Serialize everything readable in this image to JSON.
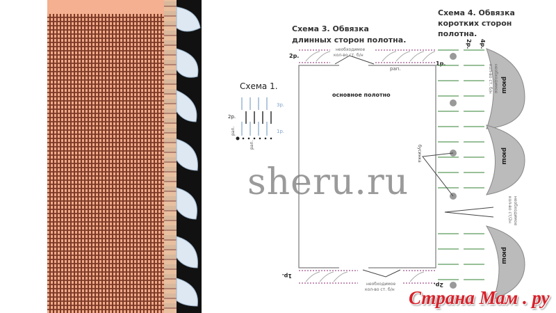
{
  "scheme1": {
    "title": "Схема 1.",
    "row1": "1р.",
    "row2": "2р.",
    "row3": "3р.",
    "rep_v": "рап.",
    "rep_h": "рап."
  },
  "scheme3": {
    "title_line1": "Схема 3. Обвязка",
    "title_line2": "длинных сторон полотна.",
    "note_line1": "необходимое",
    "note_line2": "кол-во ст. б/н",
    "row1": "1р.",
    "row2": "2р.",
    "rep": "рап.",
    "center": "основное полотно",
    "bottom_note_line1": "необходимое",
    "bottom_note_line2": "кол-во ст. б/н",
    "bottom_row1": "1р.",
    "bottom_row2": "2р."
  },
  "scheme4": {
    "title_line1": "Схема 4. Обвязка",
    "title_line2": "коротких сторон",
    "title_line3": "полотна.",
    "row2": "2р.",
    "row4": "4р.",
    "ruffle": "рюш",
    "note_sc_1": "необходимое",
    "note_sc_2": "кол-во ст. б/н",
    "note_dc_1": "необходимое",
    "note_dc_2": "кол-во ст/2н",
    "bead": "бусинка"
  },
  "watermark": "sheru.ru",
  "brand": "Страна Мам . ру",
  "colors": {
    "purple": "#a0508a",
    "green": "#5a9a5a",
    "blue": "#7fa3c8",
    "grey": "#999999",
    "peach": "#f0a888",
    "brand_red": "#d8212a"
  }
}
